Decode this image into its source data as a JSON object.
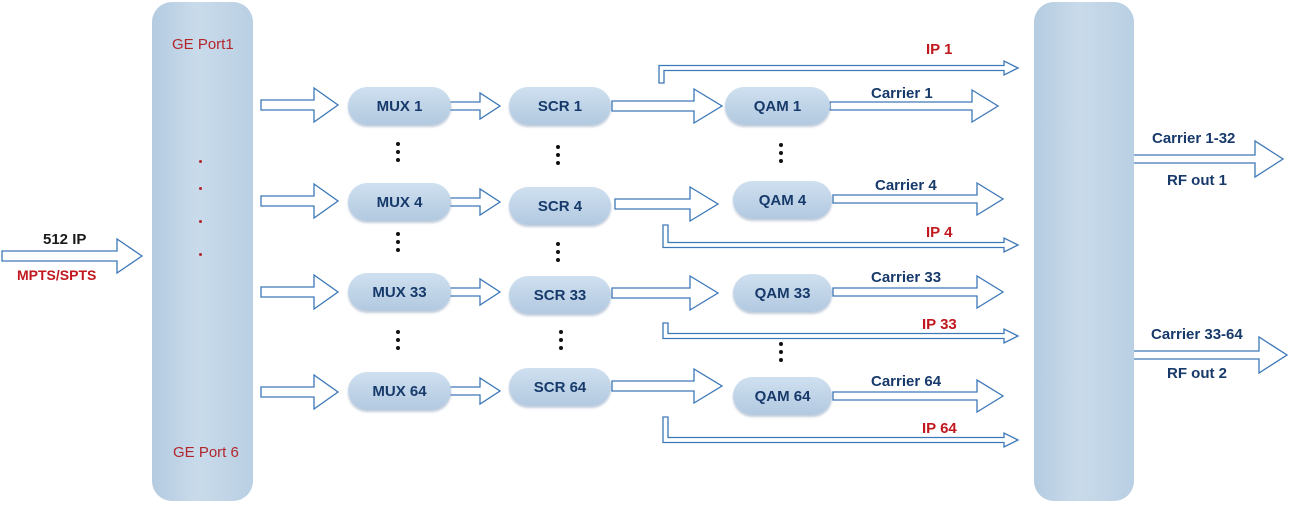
{
  "input": {
    "label_top": "512 IP",
    "label_bottom": "MPTS/SPTS"
  },
  "ge_panel": {
    "port_top": "GE Port1",
    "port_bottom": "GE Port 6"
  },
  "mux": [
    "MUX 1",
    "MUX 4",
    "MUX 33",
    "MUX 64"
  ],
  "scr": [
    "SCR 1",
    "SCR 4",
    "SCR 33",
    "SCR 64"
  ],
  "qam": [
    "QAM 1",
    "QAM  4",
    "QAM 33",
    "QAM 64"
  ],
  "carriers": [
    "Carrier 1",
    "Carrier 4",
    "Carrier 33",
    "Carrier 64"
  ],
  "ip_outputs": [
    "IP 1",
    "IP 4",
    "IP 33",
    "IP 64"
  ],
  "rf_outputs": [
    {
      "carrier": "Carrier 1-32",
      "rf": "RF out 1"
    },
    {
      "carrier": "Carrier 33-64",
      "rf": "RF out 2"
    }
  ],
  "colors": {
    "node_text": "#173a6b",
    "label_red": "#c0181e",
    "arrow_stroke": "#3d78b8",
    "panel": "#bfd3e7"
  }
}
